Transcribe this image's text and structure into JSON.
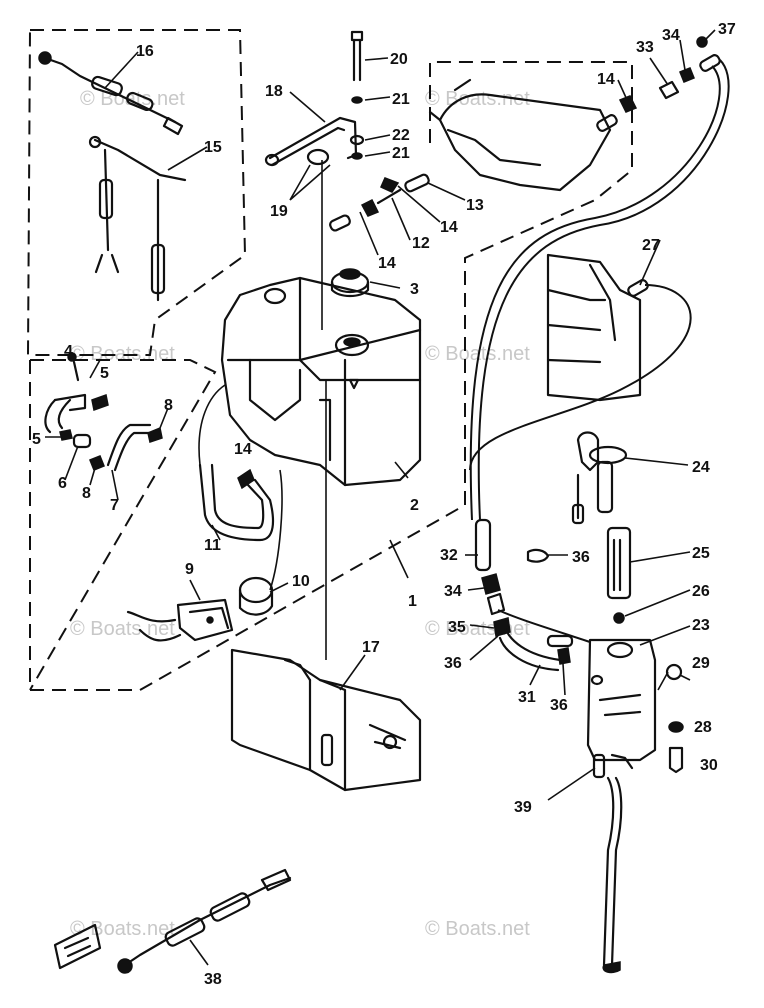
{
  "callouts": [
    "1",
    "2",
    "3",
    "4",
    "5",
    "5",
    "6",
    "7",
    "8",
    "8",
    "9",
    "10",
    "11",
    "12",
    "13",
    "14",
    "14",
    "14",
    "14",
    "15",
    "16",
    "17",
    "18",
    "19",
    "20",
    "21",
    "21",
    "22",
    "23",
    "24",
    "25",
    "26",
    "27",
    "28",
    "29",
    "30",
    "31",
    "32",
    "33",
    "34",
    "34",
    "35",
    "36",
    "36",
    "36",
    "37",
    "38",
    "39"
  ],
  "watermark": "© Boats.net"
}
